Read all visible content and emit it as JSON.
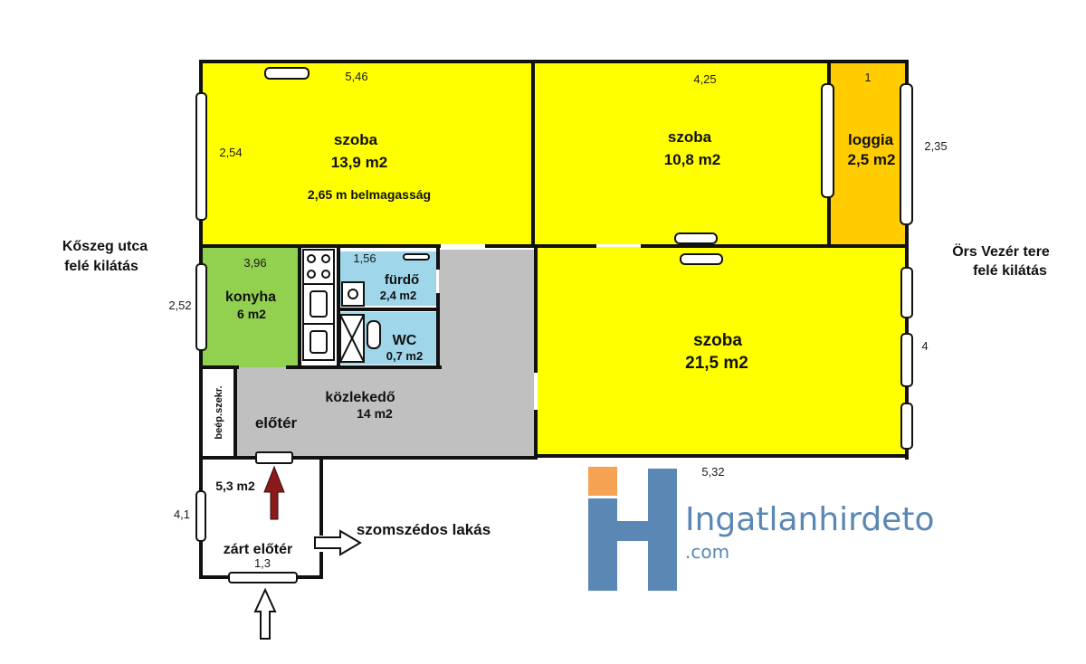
{
  "rooms": {
    "szoba1": {
      "name": "szoba",
      "area": "13,9 m2",
      "note": "2,65 m belmagasság"
    },
    "szoba2": {
      "name": "szoba",
      "area": "10,8 m2"
    },
    "loggia": {
      "name": "loggia",
      "area": "2,5 m2"
    },
    "konyha": {
      "name": "konyha",
      "area": "6 m2"
    },
    "furdo": {
      "name": "fürdő",
      "area": "2,4 m2"
    },
    "wc": {
      "name": "WC",
      "area": "0,7 m2"
    },
    "kozlekedo": {
      "name": "közlekedő",
      "area": "14 m2"
    },
    "eloter": {
      "name": "előtér",
      "area": "5,3 m2"
    },
    "beep": {
      "name": "beép.szekr."
    },
    "szoba3": {
      "name": "szoba",
      "area": "21,5 m2"
    },
    "zart_eloter": {
      "name": "zárt előtér"
    }
  },
  "dimensions": {
    "szoba1_width": "5,46",
    "szoba1_depth": "2,54",
    "szoba2_width": "4,25",
    "loggia_width": "1",
    "loggia_depth": "2,35",
    "konyha_width": "3,96",
    "konyha_depth": "2,52",
    "furdo_width": "1,56",
    "szoba3_depth": "4",
    "szoba3_width": "5,32",
    "eloter_depth": "4,1",
    "zart_width": "1,3"
  },
  "labels": {
    "view_left_line1": "Kőszeg utca",
    "view_left_line2": "felé kilátás",
    "view_right_line1": "Örs Vezér tere",
    "view_right_line2": "felé kilátás",
    "neighbour": "szomszédos lakás"
  },
  "logo": {
    "name": "Ingatlanhirdeto",
    "domain": ".com"
  },
  "colors": {
    "room_yellow": "#ffff00",
    "loggia_orange": "#ffcc00",
    "kitchen_green": "#92d050",
    "bath_blue": "#9fd6ea",
    "hall_gray": "#c0c0c0",
    "wall": "#111111",
    "entry_arrow": "#8b1a1a",
    "logo_blue": "#5b87b4",
    "logo_orange": "#f5a253"
  }
}
